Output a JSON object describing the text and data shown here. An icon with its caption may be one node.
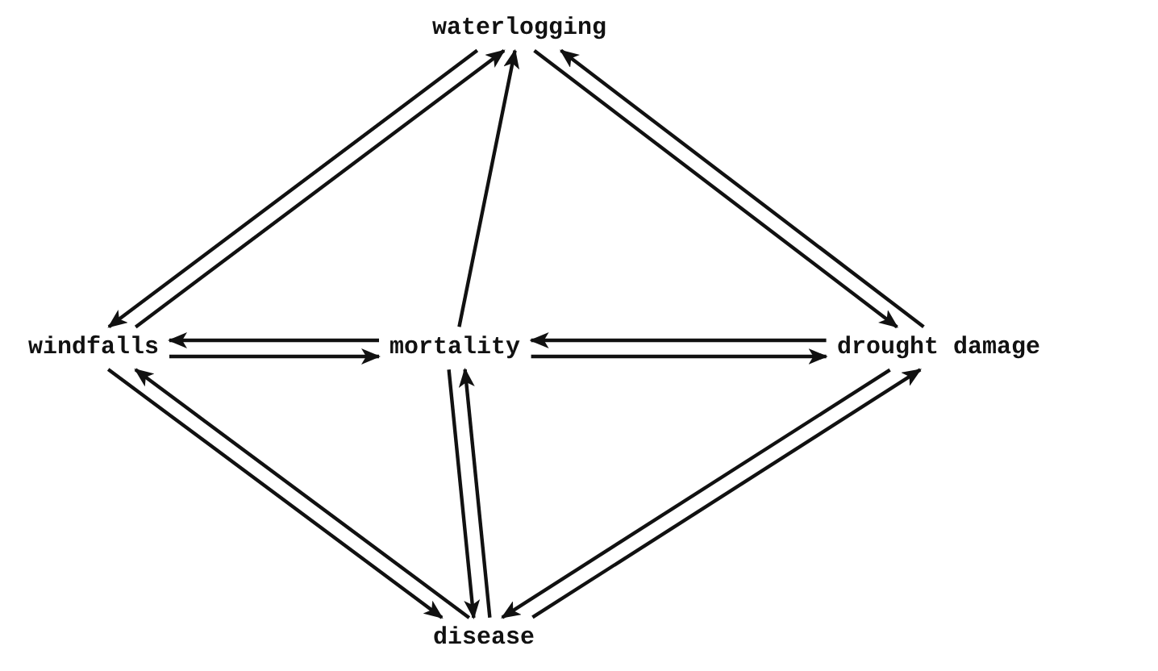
{
  "diagram": {
    "nodes": [
      {
        "text": [
          "waterlogging"
        ]
      },
      {
        "text": [
          "windfalls"
        ]
      },
      {
        "text": [
          "mortality"
        ]
      },
      {
        "text": [
          "drought damage"
        ]
      },
      {
        "text": [
          "disease"
        ]
      }
    ],
    "edges": [
      {
        "from": 1,
        "to": 0,
        "arrow": "to"
      },
      {
        "from": 0,
        "to": 1,
        "arrow": "to"
      },
      {
        "from": 2,
        "to": 0,
        "arrow": "to"
      },
      {
        "from": 3,
        "to": 0,
        "arrow": "to"
      },
      {
        "from": 0,
        "to": 3,
        "arrow": "to"
      },
      {
        "from": 1,
        "to": 2,
        "arrow": "to"
      },
      {
        "from": 2,
        "to": 1,
        "arrow": "to"
      },
      {
        "from": 3,
        "to": 2,
        "arrow": "to"
      },
      {
        "from": 2,
        "to": 3,
        "arrow": "to"
      },
      {
        "from": 1,
        "to": 4,
        "arrow": "to"
      },
      {
        "from": 4,
        "to": 1,
        "arrow": "to"
      },
      {
        "from": 2,
        "to": 4,
        "arrow": "to"
      },
      {
        "from": 4,
        "to": 2,
        "arrow": "to"
      },
      {
        "from": 3,
        "to": 4,
        "arrow": "to"
      },
      {
        "from": 4,
        "to": 3,
        "arrow": "to"
      }
    ]
  }
}
